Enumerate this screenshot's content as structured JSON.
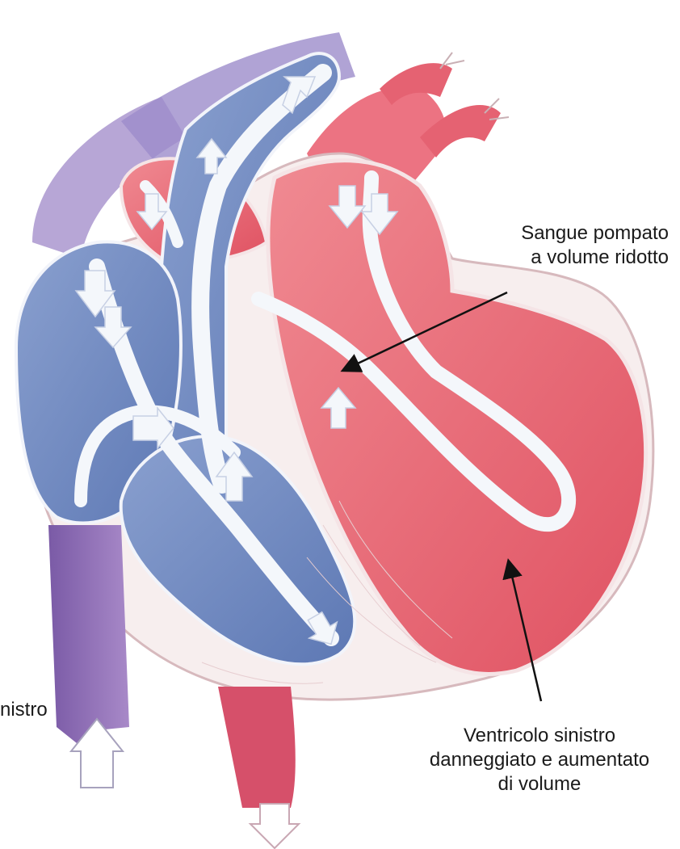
{
  "labels": {
    "pumped_blood": "Sangue pompato\n   a volume ridotto",
    "damaged_ventricle": "Ventricolo sinistro\ndanneggiato e aumentato\ndi volume",
    "cut_label": "nistro"
  },
  "colors": {
    "oxygenated": "#e8606e",
    "deoxygenated": "#6f88c0",
    "vein": "#8a68b0",
    "flow_arrow": "#f4f7fb",
    "annotation": "#111111"
  }
}
